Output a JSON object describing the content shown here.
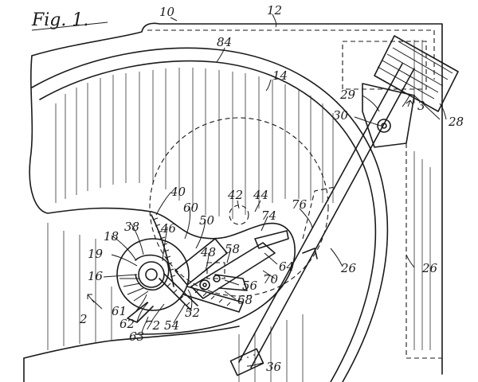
{
  "figure": {
    "title": "Fig. 1.",
    "labels": {
      "l10": "10",
      "l12": "12",
      "l84": "84",
      "l14": "14",
      "l29": "29",
      "l30": "30",
      "l3": "3",
      "l28": "28",
      "l40": "40",
      "l42": "42",
      "l44": "44",
      "l76": "76",
      "l60": "60",
      "l50": "50",
      "l74": "74",
      "l38": "38",
      "l46": "46",
      "l18": "18",
      "l48": "48",
      "l58": "58",
      "l64": "64",
      "l19": "19",
      "l70": "70",
      "l16": "16",
      "l56": "56",
      "l68": "68",
      "l26a": "26",
      "l26b": "26",
      "l2": "2",
      "l61": "61",
      "l52": "52",
      "l62": "62",
      "l72": "72",
      "l54": "54",
      "l63": "63",
      "l36": "36"
    }
  }
}
